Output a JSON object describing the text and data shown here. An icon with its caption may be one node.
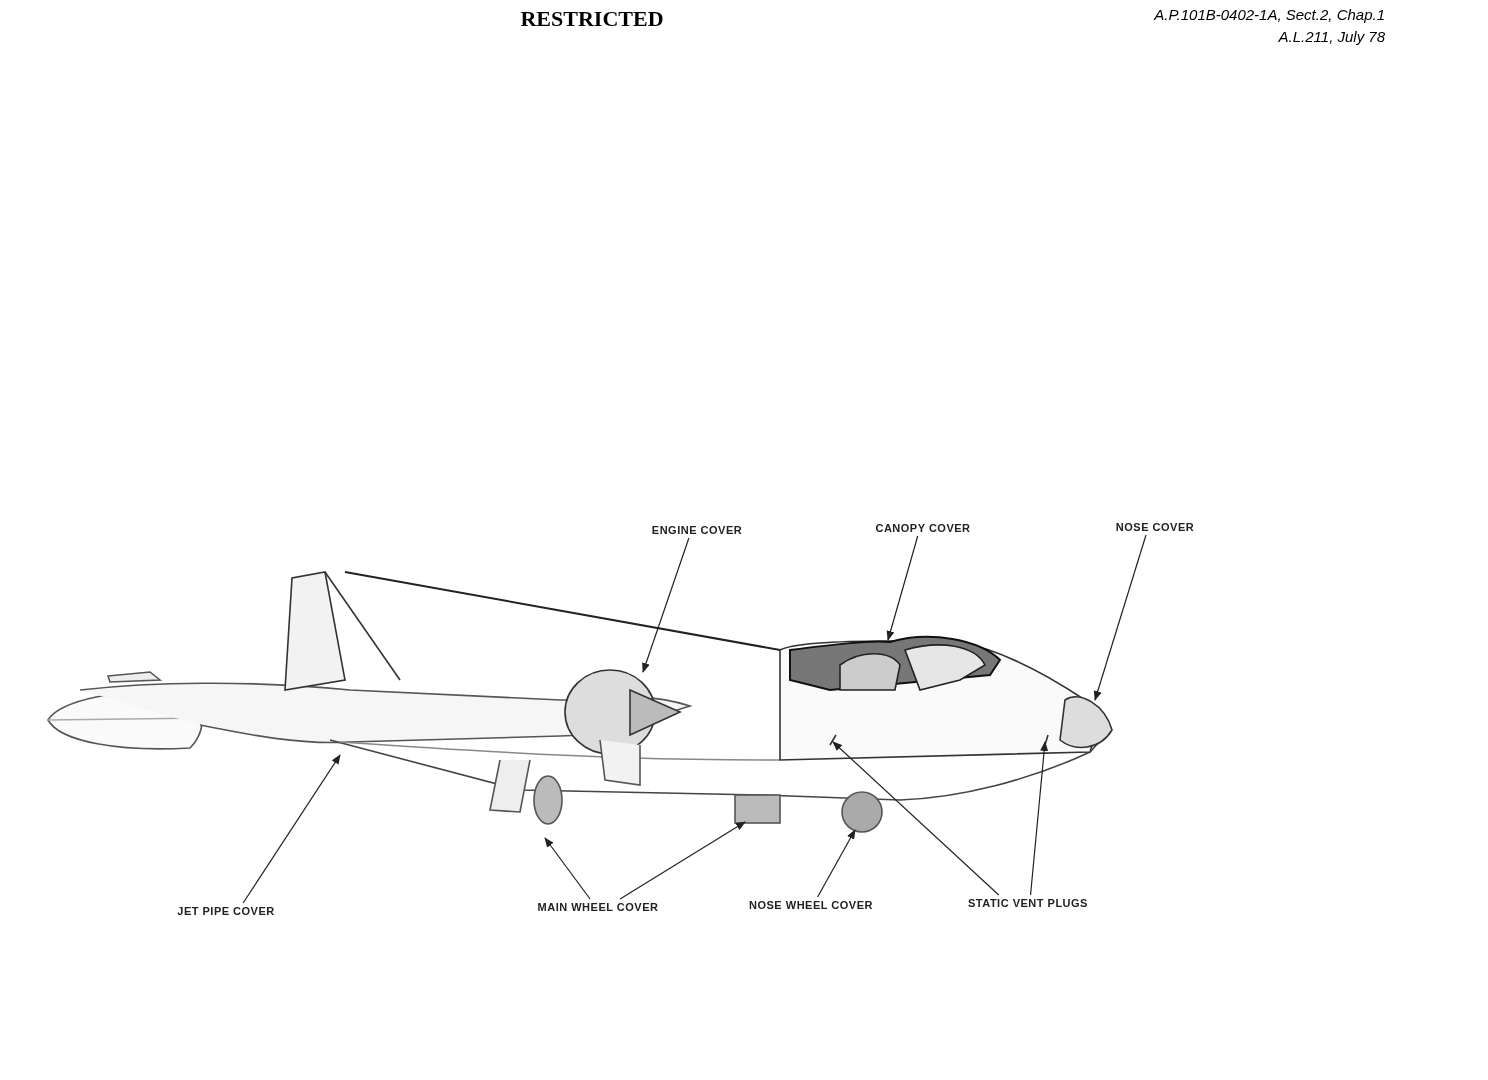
{
  "diagram": {
    "nodes": [
      {
        "text": [
          "ENGINE COVER"
        ]
      },
      {
        "text": [
          "CANOPY COVER"
        ]
      },
      {
        "text": [
          "NOSE COVER"
        ]
      },
      {
        "text": [
          "JET PIPE COVER"
        ]
      },
      {
        "text": [
          "MAIN WHEEL COVER"
        ]
      },
      {
        "text": [
          "NOSE WHEEL COVER"
        ]
      },
      {
        "text": [
          "STATIC VENT PLUGS"
        ]
      }
    ],
    "edges": [
      {
        "from": 0,
        "to": null,
        "arrow": "to"
      },
      {
        "from": 1,
        "to": null,
        "arrow": "to"
      },
      {
        "from": 2,
        "to": null,
        "arrow": "to"
      },
      {
        "from": 3,
        "to": null,
        "arrow": "to"
      },
      {
        "from": 4,
        "to": null,
        "arrow": "to"
      },
      {
        "from": 4,
        "to": null,
        "arrow": "to"
      },
      {
        "from": 5,
        "to": null,
        "arrow": "to"
      },
      {
        "from": 6,
        "to": null,
        "arrow": "to"
      },
      {
        "from": 6,
        "to": null,
        "arrow": "to"
      }
    ],
    "labels": [
      "RESTRICTED",
      "A.P.101B-0402-1A, Sect.2, Chap.1",
      "A.L.211, July 78"
    ]
  }
}
